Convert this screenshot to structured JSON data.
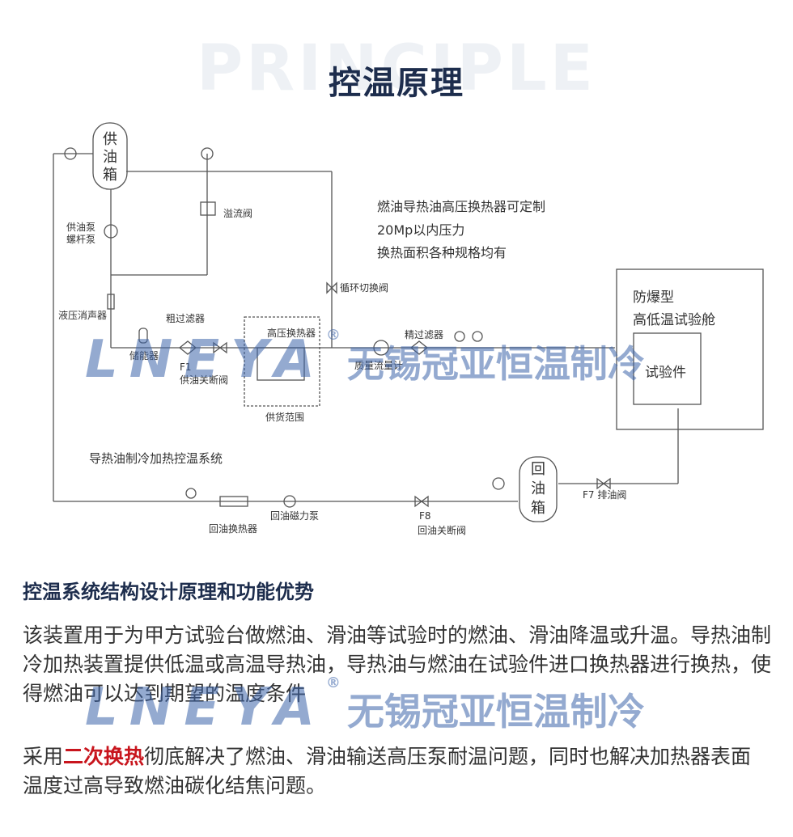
{
  "header": {
    "bg_word": "PRINCIPLE",
    "title": "控温原理"
  },
  "diagram": {
    "tank_supply": "供\n油\n箱",
    "tank_return": "回\n油\n箱",
    "pump_label_1": "供油泵",
    "pump_label_2": "螺杆泵",
    "overflow_valve": "溢流阀",
    "circulation_valve": "循环切换阀",
    "hydraulic_muffler": "液压消声器",
    "accumulator": "储能器",
    "coarse_filter": "粗过滤器",
    "valve_f1_code": "F1",
    "valve_f1_name": "供油关断阀",
    "hp_exchanger": "高压换热器",
    "supply_scope": "供货范围",
    "fine_filter": "精过滤器",
    "mass_flowmeter": "质量流量计",
    "info_1": "燃油导热油高压换热器可定制",
    "info_2": "20Mp以内压力",
    "info_3": "换热面积各种规格均有",
    "chamber_1": "防爆型",
    "chamber_2": "高低温试验舱",
    "test_piece": "试验件",
    "system_name": "导热油制冷加热控温系统",
    "return_exchanger": "回油换热器",
    "return_pump": "回油磁力泵",
    "valve_f8_code": "F8",
    "valve_f8_name": "回油关断阀",
    "valve_f7": "F7 排油阀"
  },
  "watermark": {
    "logo": "LNEYA",
    "reg": "®",
    "company": "无锡冠亚恒温制冷"
  },
  "content": {
    "section_title": "控温系统结构设计原理和功能优势",
    "para1": "该装置用于为甲方试验台做燃油、滑油等试验时的燃油、滑油降温或升温。导热油制冷加热装置提供低温或高温导热油，导热油与燃油在试验件进口换热器进行换热，使得燃油可以达到期望的温度条件",
    "para2_prefix": "采用",
    "para2_highlight": "二次换热",
    "para2_rest": "彻底解决了燃油、滑油输送高压泵耐温问题，同时也解决加热器表面温度过高导致燃油碳化结焦问题。"
  },
  "colors": {
    "title": "#1d2d4d",
    "highlight": "#c8151d",
    "watermark": "#3c64aa",
    "line": "#555555"
  }
}
